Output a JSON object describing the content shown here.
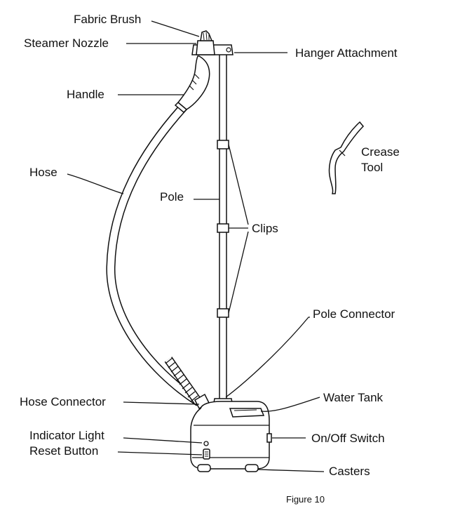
{
  "diagram": {
    "labels": {
      "fabric_brush": "Fabric Brush",
      "steamer_nozzle": "Steamer Nozzle",
      "hanger_attachment": "Hanger Attachment",
      "handle": "Handle",
      "hose": "Hose",
      "pole": "Pole",
      "clips": "Clips",
      "crease_tool_line1": "Crease",
      "crease_tool_line2": "Tool",
      "pole_connector": "Pole Connector",
      "water_tank": "Water Tank",
      "hose_connector": "Hose Connector",
      "indicator_light": "Indicator Light",
      "reset_button": "Reset Button",
      "on_off_switch": "On/Off Switch",
      "casters": "Casters"
    },
    "caption": "Figure 10"
  }
}
